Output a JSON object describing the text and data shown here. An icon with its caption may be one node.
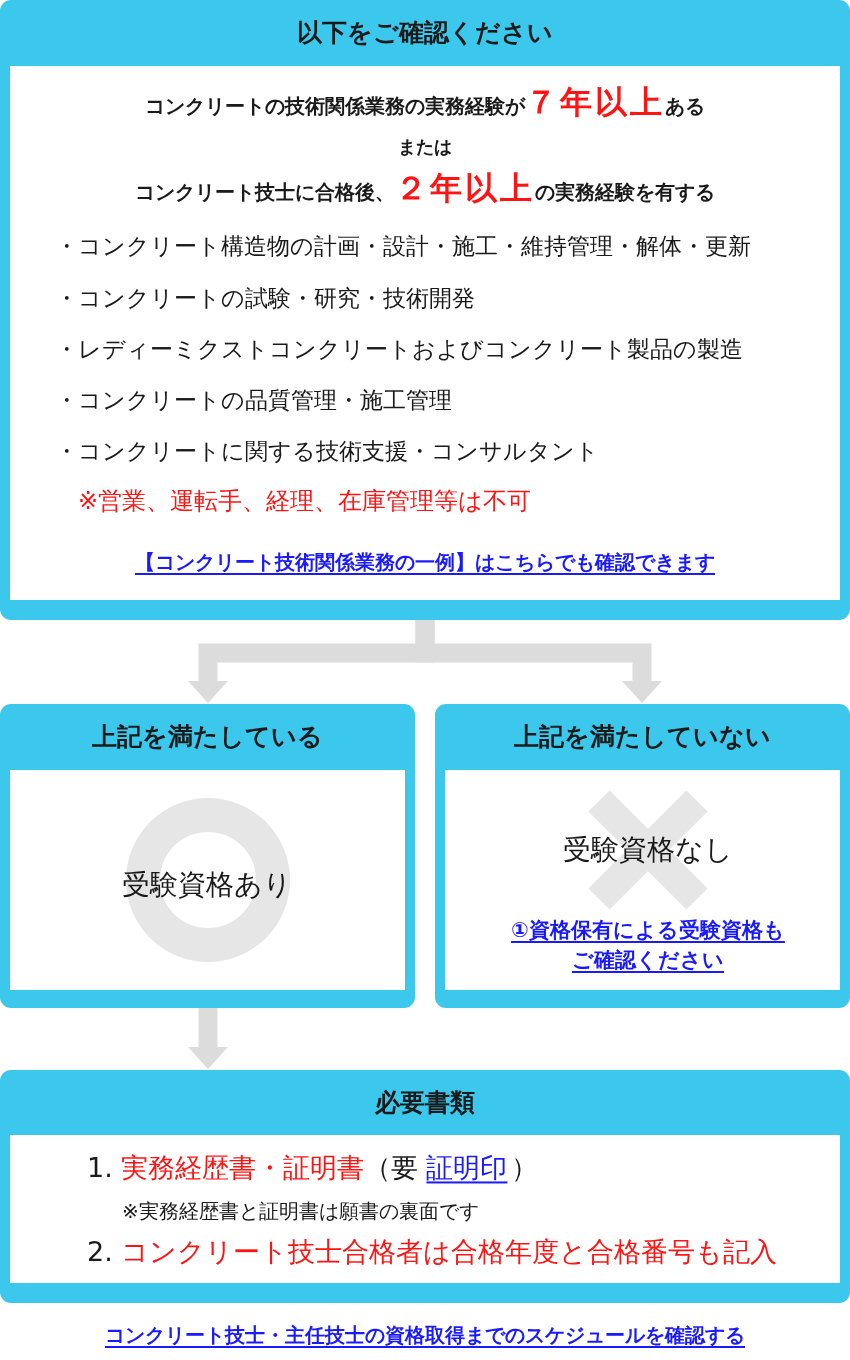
{
  "diagram": {
    "nodes": [
      {
        "text": [
          "以下をご確認ください",
          "コンクリートの技術関係業務の実務経験が**７年以上**ある",
          "または",
          "コンクリート技士に合格後、**２年以上**の実務経験を有する",
          "・コンクリート構造物の計画・設計・施工・維持管理・解体・更新",
          "・コンクリートの試験・研究・技術開発",
          "・レディーミクストコンクリートおよびコンクリート製品の製造",
          "・コンクリートの品質管理・施工管理",
          "・コンクリートに関する技術支援・コンサルタント",
          "※営業、運転手、経理、在庫管理等は不可",
          "【コンクリート技術関係業務の一例】はこちらでも確認できます"
        ]
      },
      {
        "text": [
          "上記を満たしている",
          "受験資格あり"
        ]
      },
      {
        "text": [
          "上記を満たしていない",
          "受験資格なし",
          "①資格保有による受験資格もご確認ください"
        ]
      },
      {
        "text": [
          "必要書類",
          "1. **実務経歴書・証明書**（要",
          "証明印",
          "）",
          "※実務経歴書と証明書は願書の裏面です",
          "2. **コンクリート技士合格者は合格年度と合格番号も記入**"
        ]
      }
    ],
    "edges": [
      {
        "from": 0,
        "to": 1,
        "arrow": "to"
      },
      {
        "from": 0,
        "to": 2,
        "arrow": "to"
      },
      {
        "from": 1,
        "to": 3,
        "arrow": "to"
      }
    ],
    "labels": [
      "コンクリート技士・主任技士の資格取得までのスケジュールを確認する"
    ]
  }
}
